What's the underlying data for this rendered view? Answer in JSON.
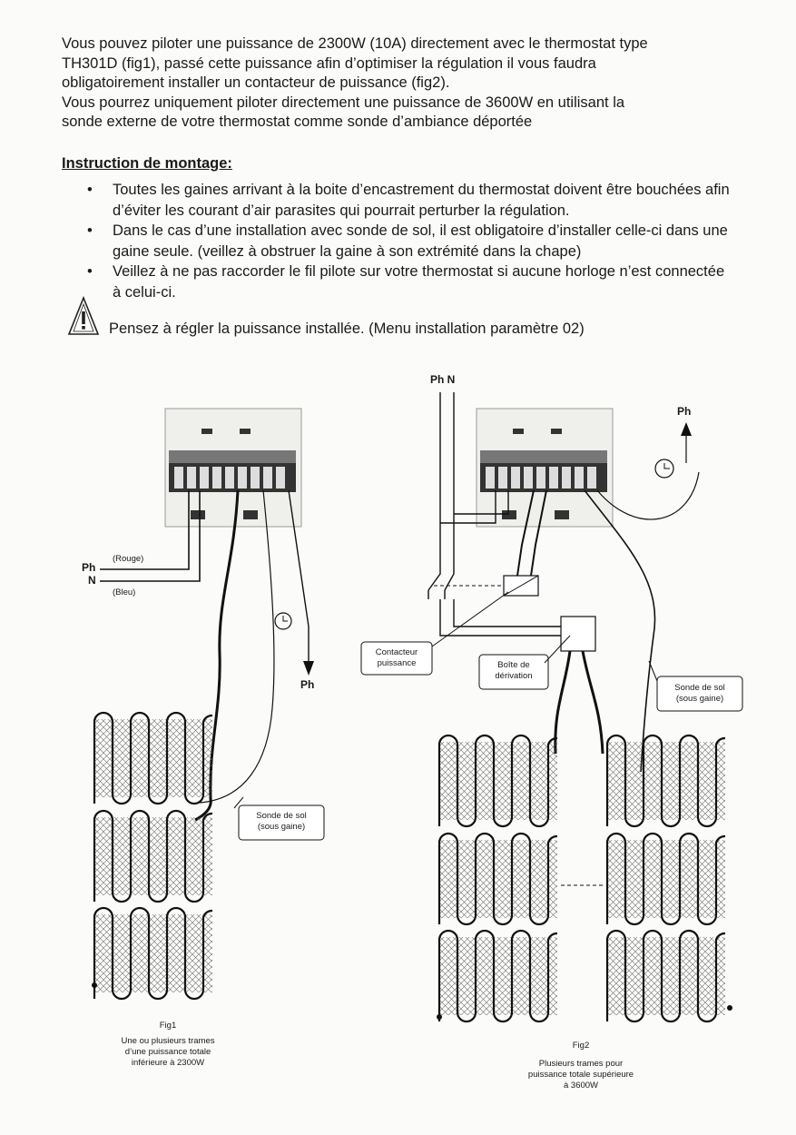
{
  "intro": {
    "lines": [
      "Vous pouvez piloter une puissance de 2300W (10A) directement avec le thermostat type",
      "TH301D (fig1), passé cette puissance afin d’optimiser la régulation  il vous faudra",
      "obligatoirement installer un contacteur de puissance (fig2).",
      "Vous pourrez uniquement piloter directement une puissance de 3600W en utilisant la",
      "sonde externe de votre thermostat comme sonde d’ambiance déportée"
    ]
  },
  "instructions": {
    "heading": "Instruction de montage:",
    "items": [
      "Toutes  les gaines arrivant à la boite d’encastrement du thermostat doivent être bouchées afin d’éviter les courant d’air parasites qui pourrait perturber la régulation.",
      "Dans le cas d’une installation avec sonde de sol, il est obligatoire d’installer celle-ci dans une gaine seule. (veillez à obstruer la gaine à son extrémité dans la chape)",
      "Veillez à ne pas raccorder le fil pilote sur votre thermostat si aucune horloge n’est connectée à celui-ci."
    ]
  },
  "warning": {
    "icon": "warning-triangle-icon",
    "text": "Pensez à régler la puissance installée. (Menu installation paramètre 02)"
  },
  "fig1": {
    "ph": "Ph",
    "n": "N",
    "rouge": "(Rouge)",
    "bleu": "(Bleu)",
    "ph_out": "Ph",
    "sonde_line1": "Sonde de sol",
    "sonde_line2": "(sous gaine)",
    "caption_title": "Fig1",
    "caption_lines": [
      "Une ou plusieurs trames",
      "d’une puissance totale",
      "inférieure à 2300W"
    ]
  },
  "fig2": {
    "ph_n": "Ph  N",
    "ph_out": "Ph",
    "contacteur_line1": "Contacteur",
    "contacteur_line2": "puissance",
    "boite_line1": "Boîte de",
    "boite_line2": "dérivation",
    "sonde_line1": "Sonde de sol",
    "sonde_line2": "(sous gaine)",
    "caption_title": "Fig2",
    "caption_lines": [
      "Plusieurs trames pour",
      "puissance totale supérieure",
      "à 3600W"
    ]
  }
}
